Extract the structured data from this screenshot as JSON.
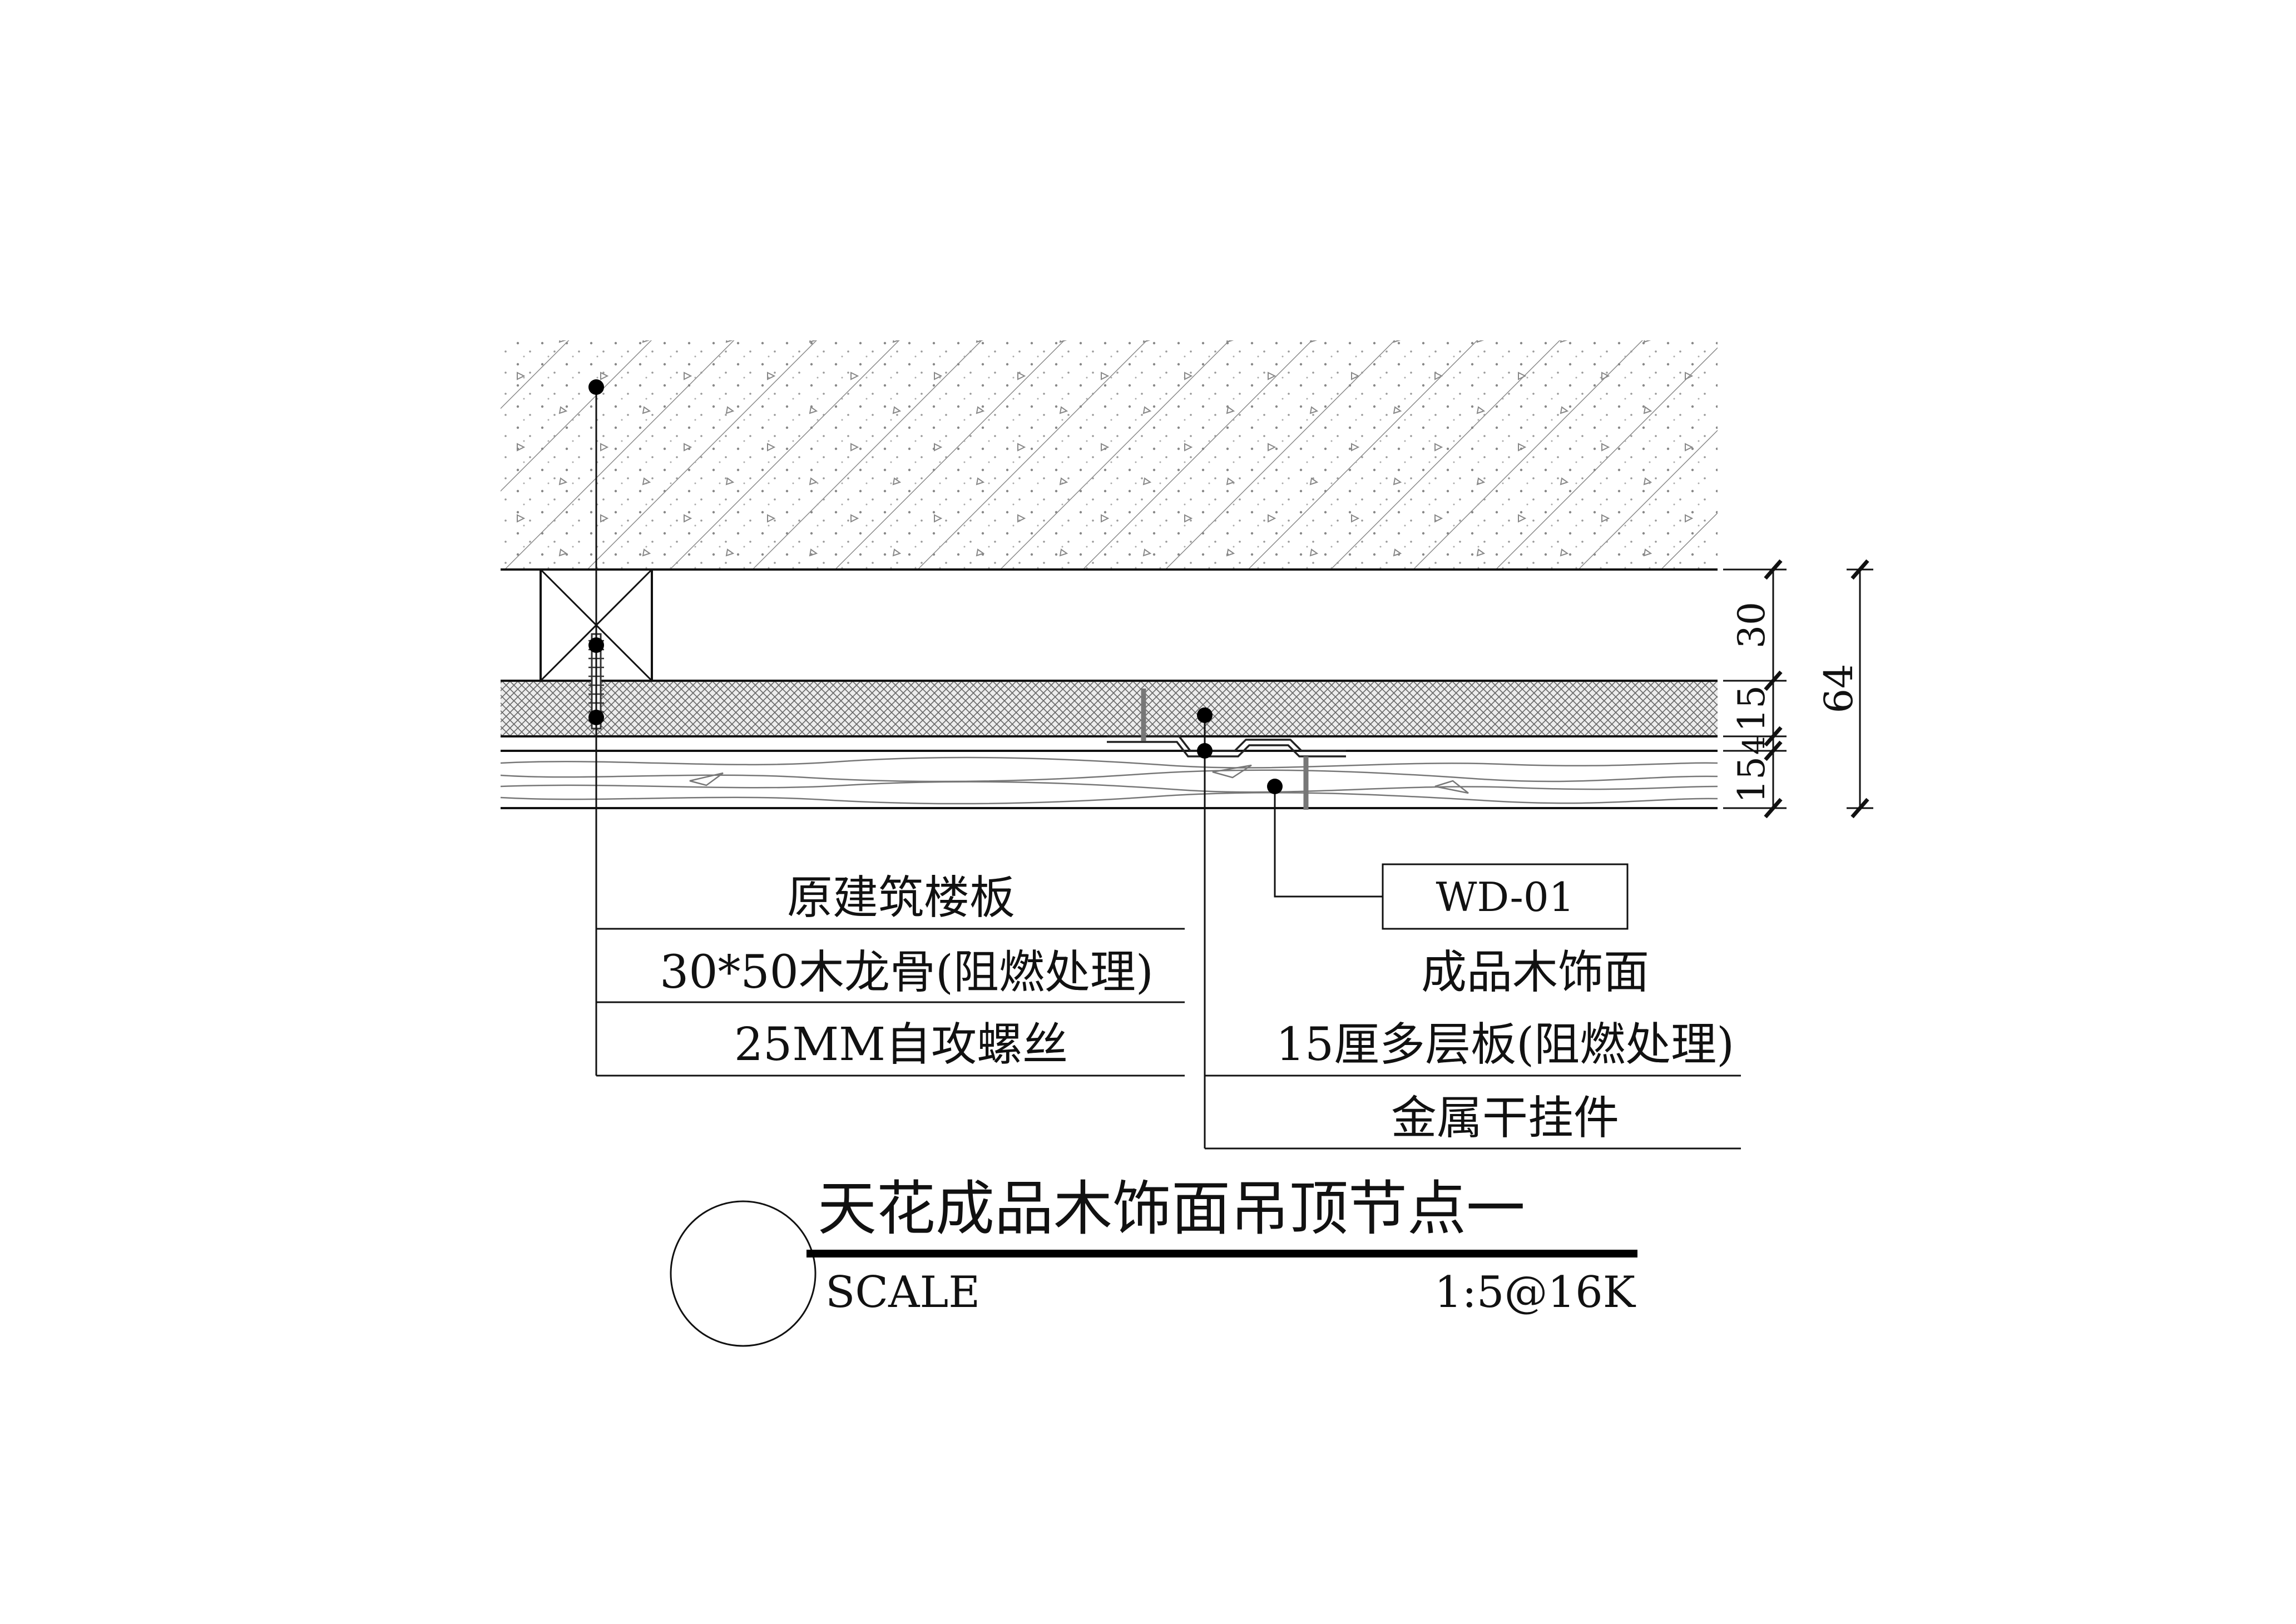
{
  "labels": {
    "left": [
      "原建筑楼板",
      "30*50木龙骨(阻燃处理)",
      "25MM自攻螺丝"
    ],
    "right": [
      "成品木饰面",
      "15厘多层板(阻燃处理)",
      "金属干挂件"
    ],
    "tag": "WD-01"
  },
  "dimensions": {
    "inner": [
      "30",
      "15",
      "4",
      "15"
    ],
    "total": "64"
  },
  "title": {
    "main": "天花成品木饰面吊顶节点一",
    "scale_label": "SCALE",
    "scale_value": "1:5@16K"
  }
}
